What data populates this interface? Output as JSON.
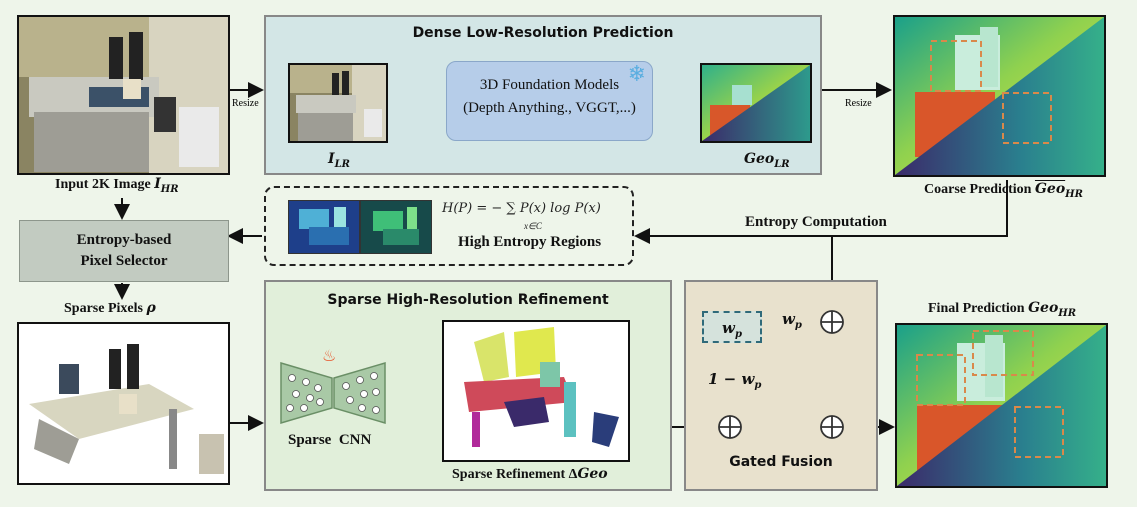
{
  "input": {
    "caption_prefix": "Input  2K Image ",
    "caption_var": "I",
    "caption_sub": "HR"
  },
  "resize_left": "Resize",
  "resize_right": "Resize",
  "dense_panel": {
    "title": "Dense Low-Resolution Prediction",
    "img_label_var": "I",
    "img_label_sub": "LR",
    "model_line1": "3D Foundation Models",
    "model_line2": "(Depth Anything., VGGT,...)",
    "geo_label_var": "Geo",
    "geo_label_sub": "LR"
  },
  "coarse": {
    "caption_prefix": "Coarse Prediction ",
    "caption_var": "Geo",
    "caption_sub": "HR"
  },
  "entropy": {
    "formula": "H(P) = − ∑ P(x) log P(x)",
    "formula_sub": "x∈C",
    "label": "High Entropy Regions",
    "computation": "Entropy Computation"
  },
  "selector": {
    "line1": "Entropy-based",
    "line2": "Pixel Selector"
  },
  "sparse_pixels": {
    "prefix": "Sparse Pixels ",
    "var": "ρ"
  },
  "sparse_panel": {
    "title": "Sparse High-Resolution Refinement",
    "cnn_label": "Sparse  CNN",
    "refine_prefix": "Sparse Refinement Δ",
    "refine_var": "Geo"
  },
  "gated": {
    "title": "Gated Fusion",
    "wp": "w",
    "wp_sub": "p",
    "one_minus": "1 − w",
    "one_minus_sub": "p"
  },
  "final": {
    "caption_prefix": "Final Prediction ",
    "caption_var": "Geo",
    "caption_sub": "HR"
  },
  "colors": {
    "dense_bg": "#d3e6e6",
    "sparse_bg": "#e1efda",
    "gated_bg": "#e8e1cd",
    "selector_bg": "#c2cbc1",
    "model_bg": "#b6cde9",
    "accent_dash": "#d9894a",
    "snowflake": "#5aaee0",
    "flame": "#e8542a"
  }
}
